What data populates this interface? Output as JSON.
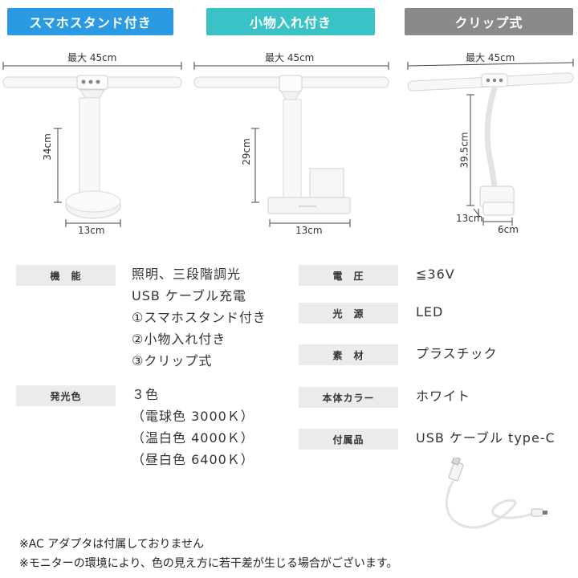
{
  "tabs": {
    "stand": "スマホスタンド付き",
    "holder": "小物入れ付き",
    "clip": "クリップ式"
  },
  "figures": {
    "stand": {
      "width": "最大 45cm",
      "height": "34cm",
      "base": "13cm"
    },
    "holder": {
      "width": "最大 45cm",
      "height": "29cm",
      "base": "13cm"
    },
    "clip": {
      "width": "最大 45cm",
      "height": "39.5cm",
      "clip_height": "13cm",
      "clip_width": "6cm"
    }
  },
  "specs": {
    "function": {
      "label": "機　能",
      "lines": [
        "照明、三段階調光",
        "USB ケーブル充電",
        "①スマホスタンド付き",
        "②小物入れ付き",
        "③クリップ式"
      ]
    },
    "light_color": {
      "label": "発光色",
      "lines": [
        "３色",
        "（電球色 3000Ｋ）",
        "（温白色 4000Ｋ）",
        "（昼白色 6400Ｋ）"
      ]
    },
    "voltage": {
      "label": "電　圧",
      "value": "≦36V"
    },
    "light_source": {
      "label": "光　源",
      "value": "LED"
    },
    "material": {
      "label": "素　材",
      "value": "プラスチック"
    },
    "body_color": {
      "label": "本体カラー",
      "value": "ホワイト"
    },
    "accessory": {
      "label": "付属品",
      "value": "USB ケーブル type-C"
    }
  },
  "notes": [
    "※AC アダプタは付属しておりません",
    "※モニターの環境により、色の見え方に若干差が生じる場合がございます。"
  ]
}
